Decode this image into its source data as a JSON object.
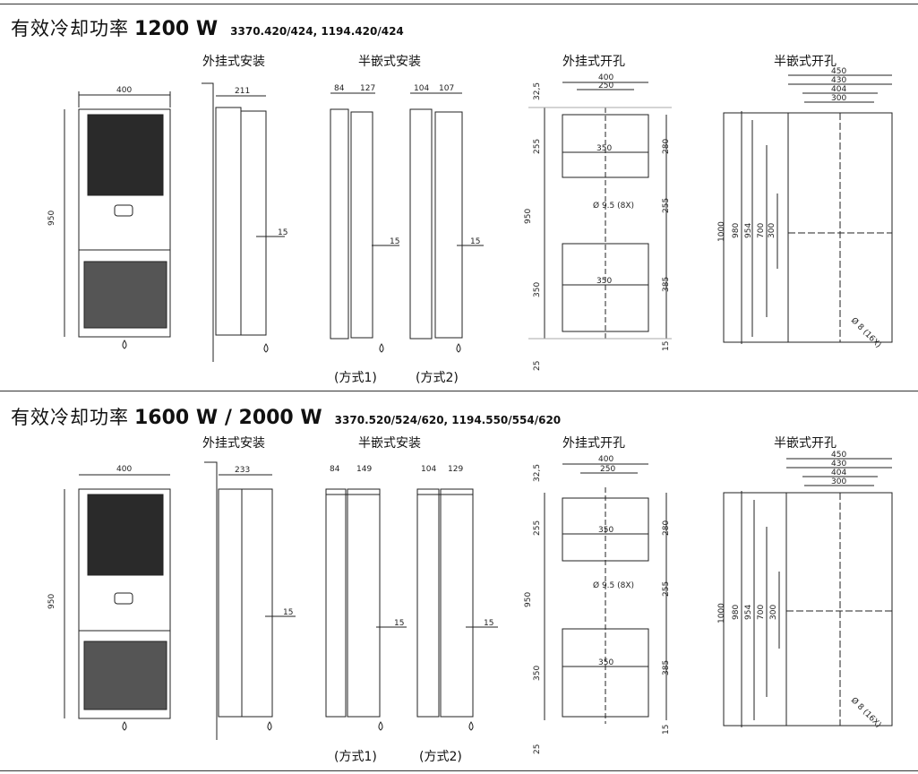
{
  "sections": [
    {
      "title_cn": "有效冷却功率",
      "power": "1200 W",
      "part_numbers": "3370.420/424, 1194.420/424",
      "labels": {
        "wall_mount": "外挂式安装",
        "partial_mount": "半嵌式安装",
        "wall_cutout": "外挂式开孔",
        "partial_cutout": "半嵌式开孔"
      },
      "modes": [
        "(方式1)",
        "(方式2)"
      ],
      "dims": {
        "front_width": "400",
        "front_height": "950",
        "wall_depth": "211",
        "wall_step": "15",
        "partial1_a": "84",
        "partial1_b": "127",
        "partial1_step": "15",
        "partial2_a": "104",
        "partial2_b": "107",
        "partial2_step": "15",
        "wc_top1": "400",
        "wc_top2": "250",
        "wc_d325": "32,5",
        "wc_255": "255",
        "wc_350a": "350",
        "wc_280": "280",
        "wc_hole": "Ø 9.5 (8X)",
        "wc_950": "950",
        "wc_255b": "255",
        "wc_350b": "350",
        "wc_350c": "350",
        "wc_385": "385",
        "wc_15": "15",
        "wc_25": "25",
        "pc_450": "450",
        "pc_430": "430",
        "pc_404": "404",
        "pc_300": "300",
        "pc_1000": "1000",
        "pc_980": "980",
        "pc_954": "954",
        "pc_700": "700",
        "pc_300v": "300",
        "pc_hole": "Ø 8 (16X)"
      }
    },
    {
      "title_cn": "有效冷却功率",
      "power": "1600 W / 2000 W",
      "part_numbers": "3370.520/524/620, 1194.550/554/620",
      "labels": {
        "wall_mount": "外挂式安装",
        "partial_mount": "半嵌式安装",
        "wall_cutout": "外挂式开孔",
        "partial_cutout": "半嵌式开孔"
      },
      "modes": [
        "(方式1)",
        "(方式2)"
      ],
      "dims": {
        "front_width": "400",
        "front_height": "950",
        "wall_depth": "233",
        "wall_step": "15",
        "partial1_a": "84",
        "partial1_b": "149",
        "partial1_step": "15",
        "partial2_a": "104",
        "partial2_b": "129",
        "partial2_step": "15",
        "wc_top1": "400",
        "wc_top2": "250",
        "wc_d325": "32,5",
        "wc_255": "255",
        "wc_350a": "350",
        "wc_280": "280",
        "wc_hole": "Ø 9.5 (8X)",
        "wc_950": "950",
        "wc_255b": "255",
        "wc_350b": "350",
        "wc_350c": "350",
        "wc_385": "385",
        "wc_15": "15",
        "wc_25": "25",
        "pc_450": "450",
        "pc_430": "430",
        "pc_404": "404",
        "pc_300": "300",
        "pc_1000": "1000",
        "pc_980": "980",
        "pc_954": "954",
        "pc_700": "700",
        "pc_300v": "300",
        "pc_hole": "Ø 8 (16X)"
      }
    }
  ]
}
